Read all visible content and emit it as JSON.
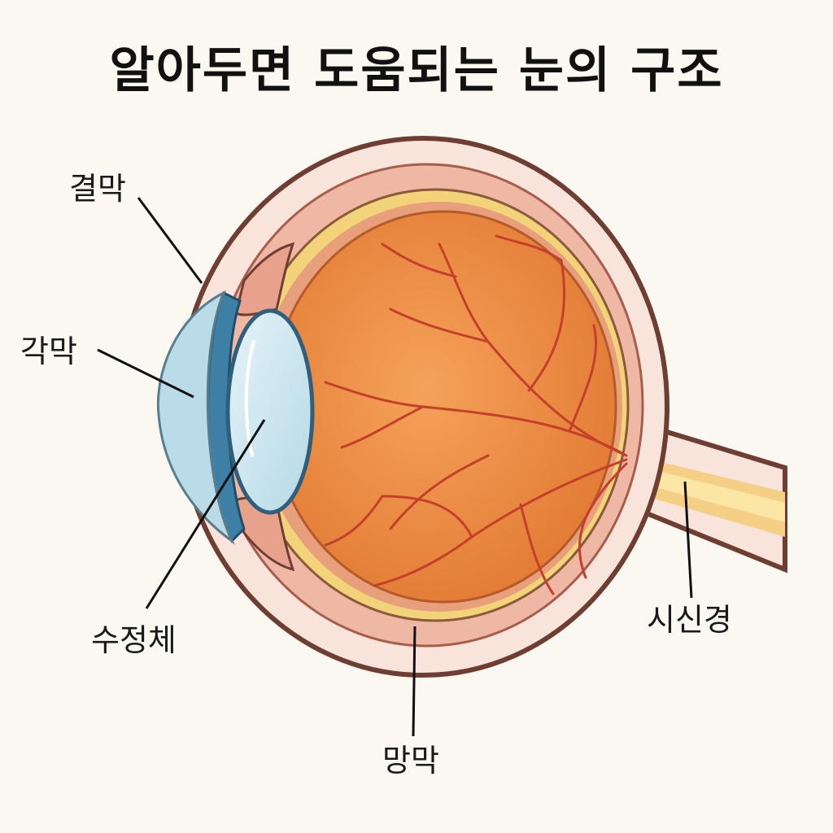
{
  "title": "알아두면 도움되는 눈의 구조",
  "labels": {
    "conjunctiva": "결막",
    "cornea": "각막",
    "lens": "수정체",
    "retina": "망막",
    "optic_nerve": "시신경"
  },
  "colors": {
    "background": "#fbf8f1",
    "sclera_outer": "#f8e4da",
    "sclera_mid": "#eeb8a5",
    "choroid_yellow": "#f3d37a",
    "vitreous": "#ec8a42",
    "vessels": "#c4402a",
    "cornea": "#b9dce8",
    "lens": "#cce6ef",
    "outline": "#6e3e33"
  }
}
